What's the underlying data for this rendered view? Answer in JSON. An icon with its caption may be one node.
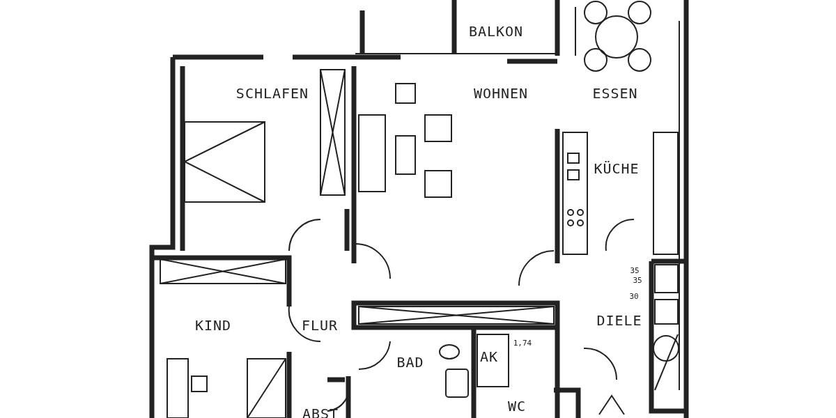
{
  "diagram": {
    "labels": [
      "BALKON",
      "SCHLAFEN",
      "WOHNEN",
      "ESSEN",
      "KÜCHE",
      "35",
      "35",
      "30",
      "KIND",
      "FLUR",
      "DIELE",
      "1,74",
      "AK",
      "BAD",
      "WC",
      "ABST"
    ]
  }
}
